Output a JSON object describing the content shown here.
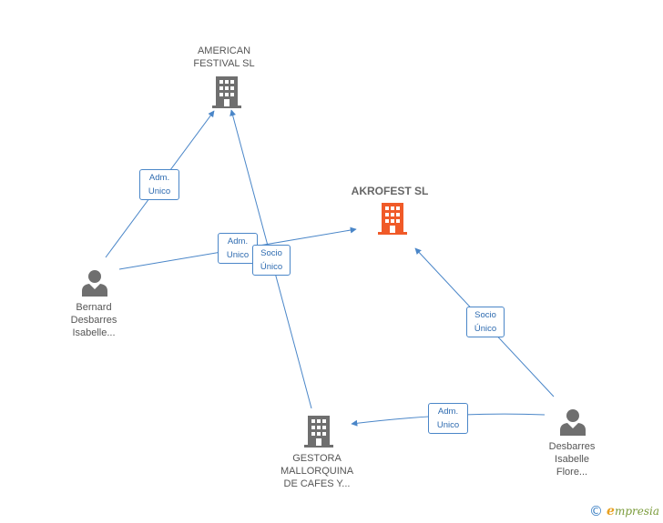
{
  "nodes": {
    "american_festival": {
      "label": "AMERICAN\nFESTIVAL  SL",
      "icon": "building-icon",
      "color": "#6f6f6f"
    },
    "akrofest": {
      "label": "AKROFEST SL",
      "icon": "building-icon",
      "color": "#f05a28"
    },
    "gestora": {
      "label": "GESTORA\nMALLORQUINA\nDE CAFES Y...",
      "icon": "building-icon",
      "color": "#6f6f6f"
    },
    "bernard": {
      "label": "Bernard\nDesbarres\nIsabelle...",
      "icon": "person-icon",
      "color": "#6f6f6f"
    },
    "desbarres": {
      "label": "Desbarres\nIsabelle\nFlore...",
      "icon": "person-icon",
      "color": "#6f6f6f"
    }
  },
  "edges": {
    "bernard_american": "Adm.\nUnico",
    "bernard_akrofest": "Adm.\nUnico",
    "gestora_american": "Socio\nÚnico",
    "desbarres_akrofest": "Socio\nÚnico",
    "desbarres_gestora": "Adm.\nUnico"
  },
  "colors": {
    "edge": "#4a86c8"
  },
  "footer": {
    "copyright": "©",
    "brand_initial": "e",
    "brand_rest": "mpresia"
  }
}
